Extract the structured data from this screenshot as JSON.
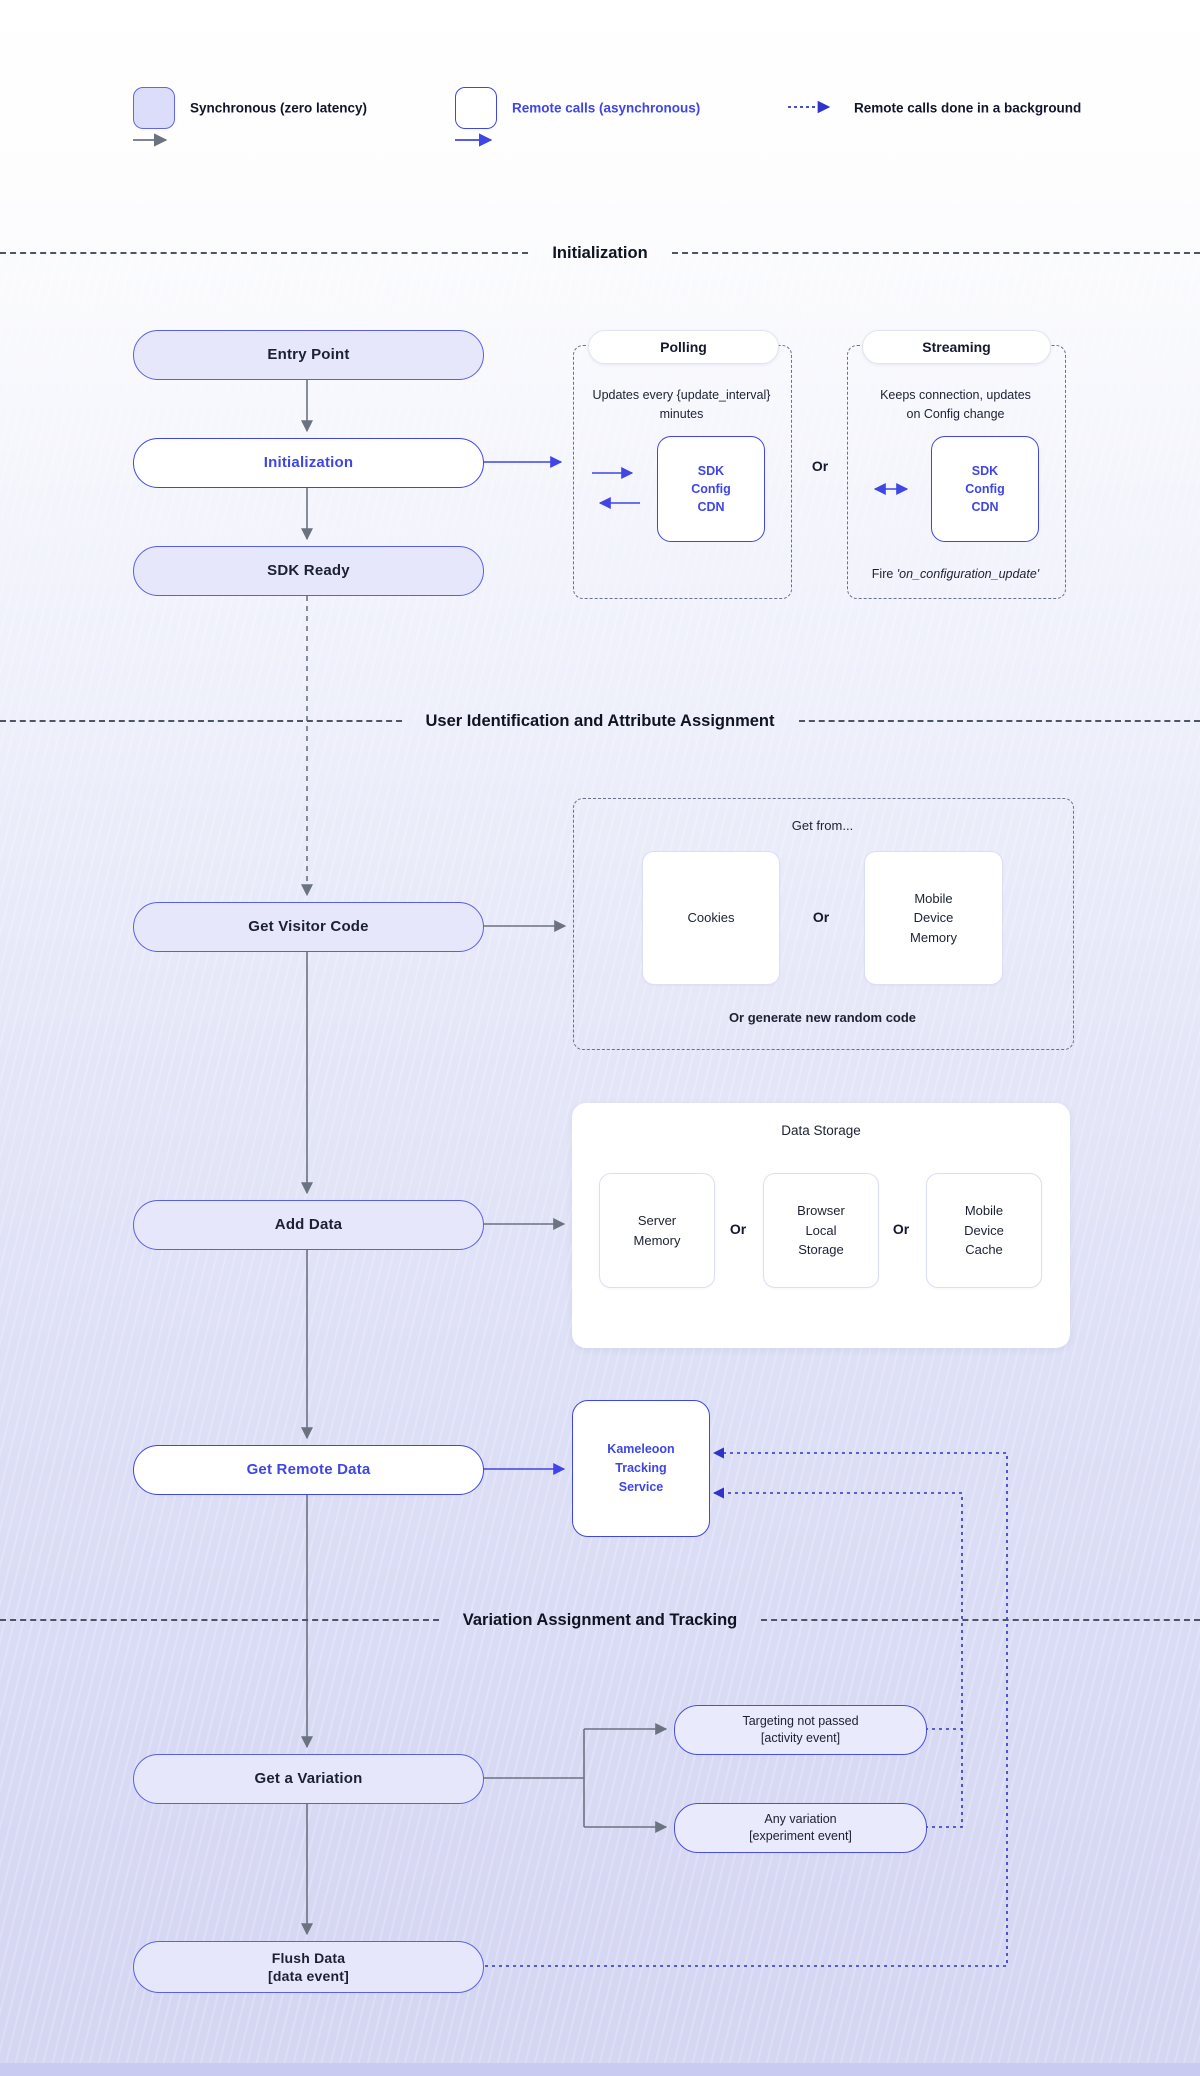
{
  "legend": {
    "sync": "Synchronous (zero latency)",
    "async": "Remote calls (asynchronous)",
    "background": "Remote calls done in a background"
  },
  "dividers": {
    "initialization": "Initialization",
    "user_identification": "User Identification and Attribute Assignment",
    "variation": "Variation Assignment and Tracking"
  },
  "nodes": {
    "entry_point": "Entry Point",
    "initialization": "Initialization",
    "sdk_ready": "SDK Ready",
    "get_visitor_code": "Get Visitor Code",
    "add_data": "Add Data",
    "get_remote_data": "Get Remote Data",
    "get_a_variation": "Get a Variation",
    "flush_data": "Flush Data\n[data event]"
  },
  "polling": {
    "title": "Polling",
    "description": "Updates every {update_interval}\nminutes",
    "cdn": "SDK\nConfig\nCDN"
  },
  "streaming": {
    "title": "Streaming",
    "description": "Keeps connection, updates\non Config change",
    "cdn": "SDK\nConfig\nCDN",
    "fire_prefix": "Fire ",
    "fire_event": "'on_configuration_update'"
  },
  "or": "Or",
  "get_from": {
    "title": "Get from...",
    "cookies": "Cookies",
    "mobile_device_memory": "Mobile\nDevice\nMemory",
    "fallback": "Or generate new random code"
  },
  "data_storage": {
    "title": "Data Storage",
    "server_memory": "Server\nMemory",
    "browser_local_storage": "Browser\nLocal\nStorage",
    "mobile_device_cache": "Mobile\nDevice\nCache"
  },
  "tracking": {
    "kameleoon_service": "Kameleoon\nTracking\nService",
    "targeting_not_passed": "Targeting not passed\n[activity event]",
    "any_variation": "Any variation\n[experiment event]"
  },
  "colors": {
    "accent_blue": "#3f46e5",
    "node_border": "#5a5fe8",
    "node_fill": "#e6e7fb",
    "feedback_dash": "#2f33c8",
    "connector_gray": "#6b7280",
    "divider_gray": "#4b5563"
  }
}
